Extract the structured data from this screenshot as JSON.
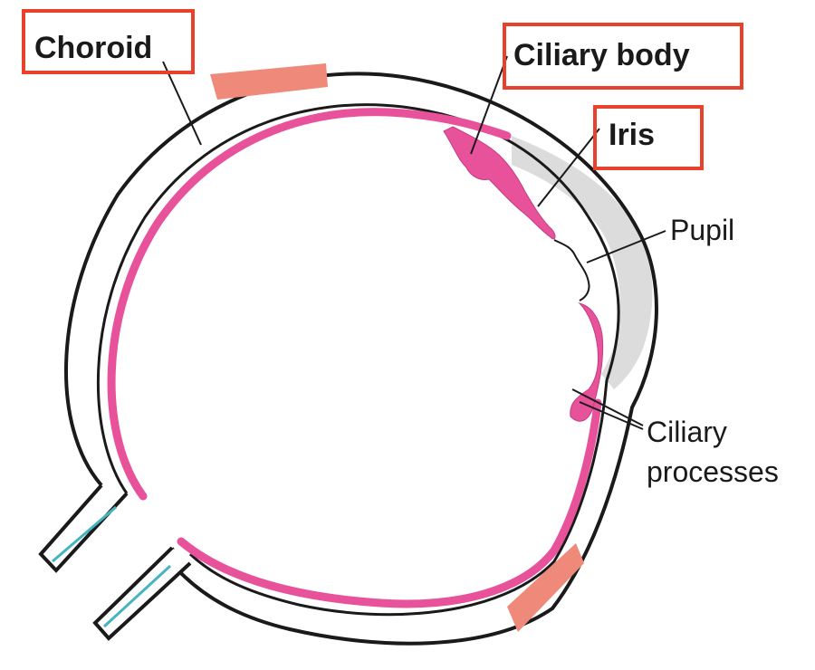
{
  "labels": {
    "choroid": "Choroid",
    "ciliary_body": "Ciliary body",
    "iris": "Iris",
    "pupil": "Pupil",
    "ciliary_processes_line1": "Ciliary",
    "ciliary_processes_line2": "processes"
  },
  "colors": {
    "highlight_box": "#e8412c",
    "choroid": "#e8529a",
    "sclera_outline": "#1a1a1a",
    "cornea_fill": "#dcdcdc",
    "muscle": "#ef8a7a",
    "optic_nerve_line": "#46b3c0"
  }
}
